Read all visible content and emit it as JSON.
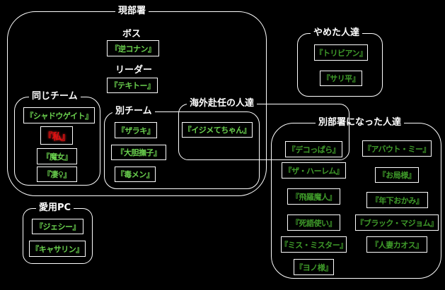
{
  "diagram": {
    "current_dept": {
      "label": "現部署",
      "boss": {
        "label": "ボス",
        "name": "『逆コナン』"
      },
      "leader": {
        "label": "リーダー",
        "name": "『テキトー』"
      },
      "same_team": {
        "label": "同じチーム",
        "members": [
          "『シャドウゲイト』",
          "『私』",
          "『魔女』",
          "『凄♀』"
        ]
      },
      "other_team": {
        "label": "別チーム",
        "members": [
          "『ザラキ』",
          "『大胆撫子』",
          "『毒メン』"
        ]
      }
    },
    "overseas": {
      "label": "海外赴任の人達",
      "members": [
        "『イジメてちゃん』"
      ]
    },
    "quit": {
      "label": "やめた人達",
      "members": [
        "『トリビアン』",
        "『サリ平』"
      ]
    },
    "transferred": {
      "label": "別部署になった人達",
      "members": [
        "『デコっぱら』",
        "『アバウト・ミー』",
        "『ザ・ハーレム』",
        "『お局様』",
        "『飛羅魔人』",
        "『年下おかみ』",
        "『死語使い』",
        "『ブラック・マジョム』",
        "『ミス・ミスター』",
        "『人妻カオス』",
        "『ヨノ様』"
      ]
    },
    "favorite_pc": {
      "label": "愛用PC",
      "members": [
        "『ジェシー』",
        "『キャサリン』"
      ]
    }
  },
  "colors": {
    "background": "#000000",
    "line": "#ffffff",
    "label": "#ffffff",
    "current_name": "#6ad04e",
    "former_name": "#3f9b2a",
    "self_name": "#e01010"
  }
}
